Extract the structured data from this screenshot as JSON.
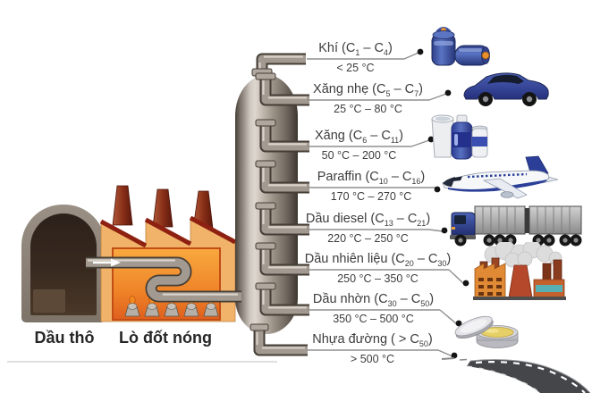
{
  "labels": {
    "crude_oil": "Dầu thô",
    "furnace": "Lò đốt nóng"
  },
  "fractions": [
    {
      "icon": "gas-cylinders-icon",
      "temp": "< 25 °C",
      "parts": [
        {
          "t": "Khí (C"
        },
        {
          "s": "1"
        },
        {
          "t": " – C"
        },
        {
          "s": "4"
        },
        {
          "t": ")"
        }
      ]
    },
    {
      "icon": "car-icon",
      "temp": "25 °C – 80 °C",
      "parts": [
        {
          "t": "Xăng nhẹ (C"
        },
        {
          "s": "5"
        },
        {
          "t": " – C"
        },
        {
          "s": "7"
        },
        {
          "t": ")"
        }
      ]
    },
    {
      "icon": "solvent-cans-icon",
      "temp": "50 °C – 200 °C",
      "parts": [
        {
          "t": "Xăng (C"
        },
        {
          "s": "6"
        },
        {
          "t": " – C"
        },
        {
          "s": "11"
        },
        {
          "t": ")"
        }
      ]
    },
    {
      "icon": "airplane-icon",
      "temp": "170 °C – 270 °C",
      "parts": [
        {
          "t": "Paraffin (C"
        },
        {
          "s": "10"
        },
        {
          "t": " – C"
        },
        {
          "s": "16"
        },
        {
          "t": ")"
        }
      ]
    },
    {
      "icon": "truck-icon",
      "temp": "220 °C – 250 °C",
      "parts": [
        {
          "t": "Dầu diesel (C"
        },
        {
          "s": "13"
        },
        {
          "t": " – C"
        },
        {
          "s": "21"
        },
        {
          "t": ")"
        }
      ]
    },
    {
      "icon": "factory-icon",
      "temp": "250 °C – 350 °C",
      "parts": [
        {
          "t": "Dầu nhiên liệu (C"
        },
        {
          "s": "20"
        },
        {
          "t": " – C"
        },
        {
          "s": "30"
        },
        {
          "t": ")"
        }
      ]
    },
    {
      "icon": "grease-tin-icon",
      "temp": "350 °C – 500 °C",
      "parts": [
        {
          "t": "Dầu nhờn (C"
        },
        {
          "s": "30"
        },
        {
          "t": " – C"
        },
        {
          "s": "50"
        },
        {
          "t": ")"
        }
      ]
    },
    {
      "icon": "road-icon",
      "temp": "> 500 °C",
      "parts": [
        {
          "t": "Nhựa đường ( > C"
        },
        {
          "s": "50"
        },
        {
          "t": ")"
        }
      ]
    }
  ],
  "colors": {
    "furnace_wall": "#f1b369",
    "roof_red": "#8e2012",
    "panel_orange": "#f08a2e",
    "metal_gray": "#a29a90",
    "vehicle_blue": "#2b3f98",
    "connector_gray": "#8f8f8f"
  }
}
